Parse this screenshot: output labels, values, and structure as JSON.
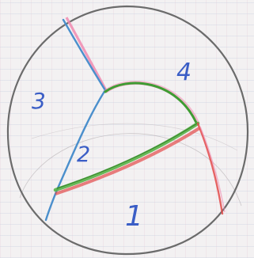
{
  "regions": [
    {
      "id": "r1",
      "label": "1"
    },
    {
      "id": "r2",
      "label": "2"
    },
    {
      "id": "r3",
      "label": "3"
    },
    {
      "id": "r4",
      "label": "4"
    }
  ],
  "colors": {
    "outline": "#6b6b6b",
    "boundary_blue": "#4b8fcc",
    "boundary_green": "#3f9c33",
    "highlight_pink": "#f08ab0",
    "highlight_red": "#e34a4a",
    "label_ink": "#3b5ec6",
    "paper": "#f3f1f2"
  }
}
